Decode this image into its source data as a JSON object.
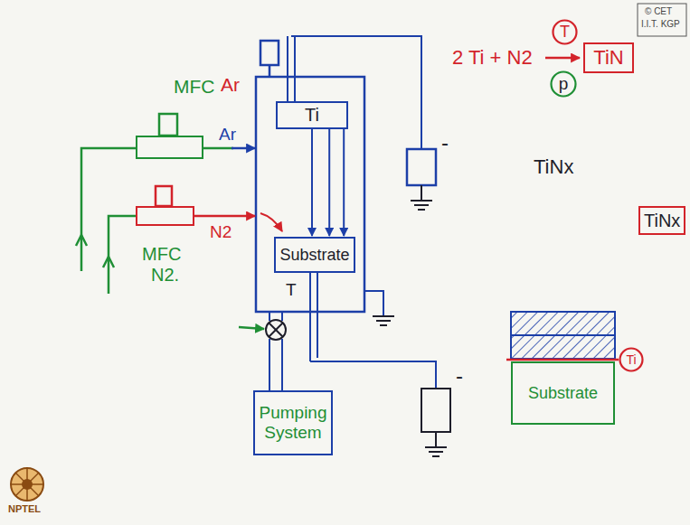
{
  "diagram": {
    "nodes": [
      {
        "text": [
          "MFC",
          "Ar"
        ]
      },
      {
        "text": [
          "Ti"
        ]
      },
      {
        "text": [
          "MFC",
          "N2."
        ]
      },
      {
        "text": [
          "Substrate"
        ]
      },
      {
        "text": [
          "Pumping System"
        ]
      },
      {
        "text": [
          "TiN"
        ]
      },
      {
        "text": [
          "T"
        ]
      },
      {
        "text": [
          "p"
        ]
      },
      {
        "text": [
          "TiNx"
        ]
      },
      {
        "text": [
          "Substrate"
        ]
      },
      {
        "text": [
          "Ti"
        ]
      }
    ],
    "edges": [
      {
        "from": 1,
        "to": 3,
        "arrow": "to"
      },
      {
        "from": 1,
        "to": 3,
        "arrow": "to"
      },
      {
        "from": 1,
        "to": 3,
        "arrow": "to"
      }
    ],
    "labels": [
      "© CET",
      "I.I.T. KGP",
      "Ar",
      "N2",
      "T",
      "-",
      "-",
      "2 Ti + N2",
      "TiNx",
      "NPTEL"
    ]
  }
}
